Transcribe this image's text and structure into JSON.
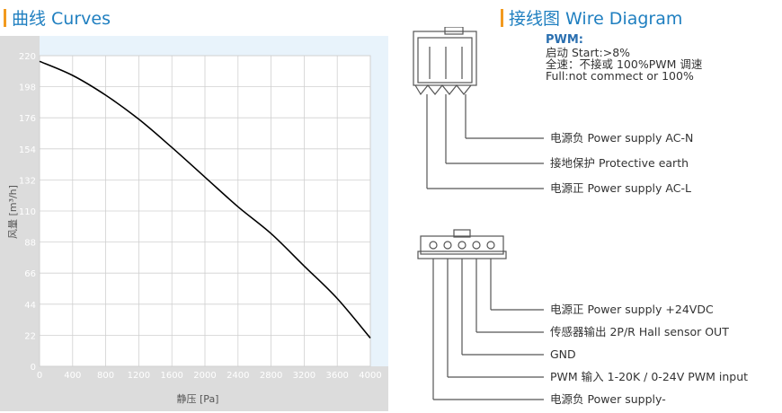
{
  "curves_title": "曲线 Curves",
  "wire_title": "接线图 Wire Diagram",
  "chart_data": {
    "type": "line",
    "xlabel": "静压 [Pa]",
    "ylabel": "风量 [m³/h]",
    "xlim": [
      0,
      4000
    ],
    "ylim": [
      0,
      220
    ],
    "x_ticks": [
      "0",
      "400",
      "800",
      "1200",
      "1600",
      "2000",
      "2400",
      "2800",
      "3200",
      "3600",
      "4000"
    ],
    "y_ticks": [
      "0",
      "22",
      "44",
      "66",
      "88",
      "110",
      "132",
      "154",
      "176",
      "198",
      "220"
    ],
    "grid": true,
    "series": [
      {
        "x": [
          0,
          400,
          800,
          1200,
          1600,
          2000,
          2400,
          2800,
          3200,
          3600,
          4000
        ],
        "y": [
          216,
          206,
          192,
          175,
          155,
          134,
          113,
          94,
          71,
          48,
          20
        ]
      }
    ]
  },
  "pwm_note": {
    "heading": "PWM:",
    "lines": [
      "启动 Start:>8%",
      "全速：不接或 100%PWM 调速",
      "Full:not commect or 100%"
    ]
  },
  "connector1_labels": [
    "电源负 Power supply AC-N",
    "接地保护 Protective earth",
    "电源正 Power  supply AC-L"
  ],
  "connector2_labels": [
    "电源正 Power supply +24VDC",
    "传感器输出 2P/R Hall sensor OUT",
    "GND",
    "PWM 输入 1-20K / 0-24V PWM input",
    "电源负 Power supply-"
  ]
}
